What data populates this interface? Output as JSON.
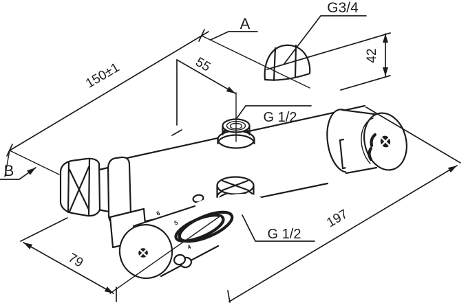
{
  "drawing": {
    "background": "#ffffff",
    "line_color": "#1c1c1c",
    "labels": {
      "view_a": "A",
      "view_b": "B",
      "thread_top_size": "G3/4",
      "outlet_top_size": "G 1/2",
      "outlet_bottom_size": "G 1/2"
    },
    "dimensions": {
      "connection_centers": "150±1",
      "outlet_offset": "55",
      "connector_height": "42",
      "depth": "79",
      "overall_length": "197"
    },
    "knob_scale_numbers": [
      "6",
      "5",
      "4"
    ]
  }
}
